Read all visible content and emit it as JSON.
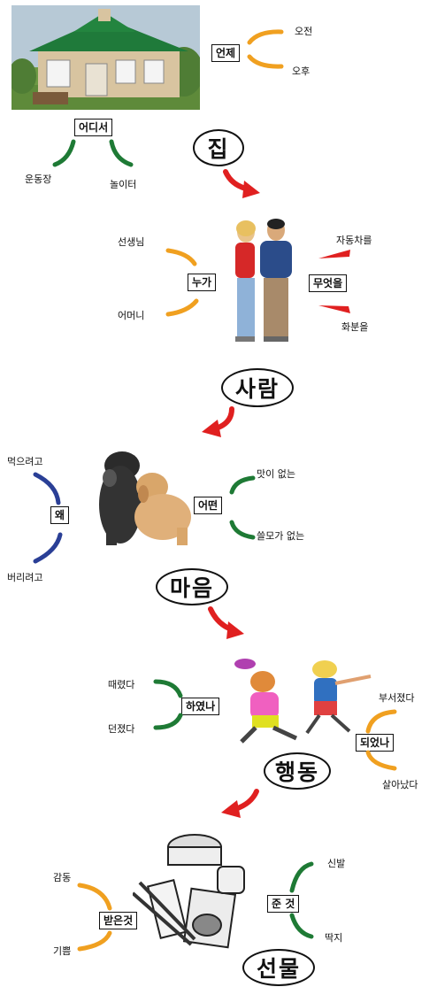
{
  "colors": {
    "orange": "#f0a020",
    "green": "#1e7a35",
    "blue": "#2a3f96",
    "red": "#e02020"
  },
  "sections": {
    "house": {
      "title": "집",
      "when_box": "언제",
      "when_items": [
        "오전",
        "오후"
      ],
      "where_box": "어디서",
      "where_items": [
        "운동장",
        "놀이터"
      ]
    },
    "people": {
      "title": "사람",
      "who_box": "누가",
      "who_items": [
        "선생님",
        "어머니"
      ],
      "what_box": "무엇을",
      "what_items": [
        "자동차를",
        "화분을"
      ]
    },
    "mind": {
      "title": "마음",
      "why_box": "왜",
      "why_items": [
        "먹으려고",
        "버리려고"
      ],
      "how_box": "어떤",
      "how_items": [
        "맛이 없는",
        "쓸모가 없는"
      ]
    },
    "action": {
      "title": "행동",
      "did_box": "하였나",
      "did_items": [
        "때렸다",
        "던졌다"
      ],
      "became_box": "되었나",
      "became_items": [
        "부서졌다",
        "살아났다"
      ]
    },
    "gift": {
      "title": "선물",
      "received_box": "받은것",
      "received_items": [
        "감동",
        "기쁨"
      ],
      "given_box": "준 것",
      "given_items": [
        "신발",
        "딱지"
      ]
    }
  }
}
